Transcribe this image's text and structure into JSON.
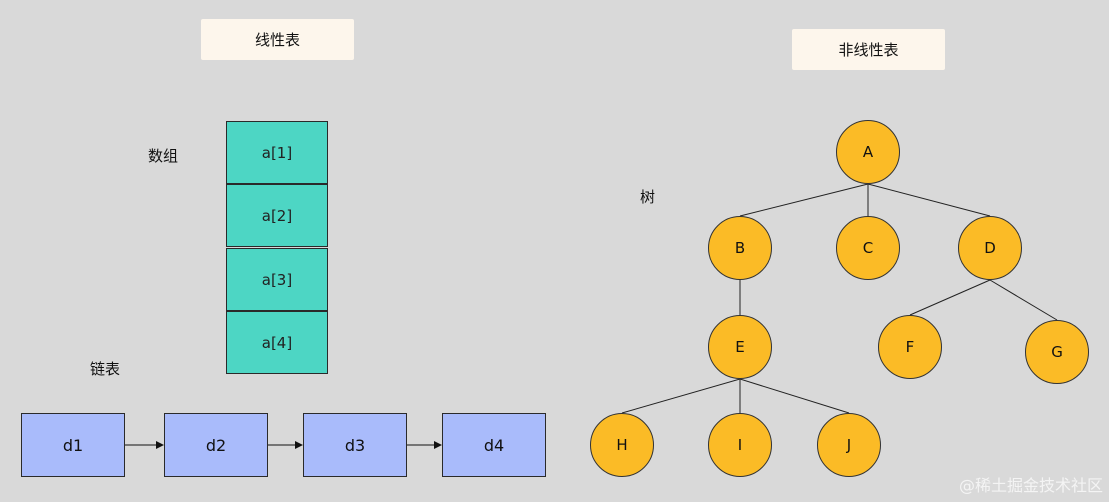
{
  "titles": {
    "linear": "线性表",
    "nonlinear": "非线性表"
  },
  "labels": {
    "array": "数组",
    "linked_list": "链表",
    "tree": "树"
  },
  "array": [
    "a[1]",
    "a[2]",
    "a[3]",
    "a[4]"
  ],
  "linked_list": [
    "d1",
    "d2",
    "d3",
    "d4"
  ],
  "tree": {
    "nodes": [
      "A",
      "B",
      "C",
      "D",
      "E",
      "F",
      "G",
      "H",
      "I",
      "J"
    ],
    "edges": [
      [
        "A",
        "B"
      ],
      [
        "A",
        "C"
      ],
      [
        "A",
        "D"
      ],
      [
        "B",
        "E"
      ],
      [
        "D",
        "F"
      ],
      [
        "D",
        "G"
      ],
      [
        "E",
        "H"
      ],
      [
        "E",
        "I"
      ],
      [
        "E",
        "J"
      ]
    ]
  },
  "colors": {
    "background": "#d9d9d9",
    "title_box": "#fdf6ec",
    "array_cell": "#4dd6c4",
    "list_node": "#a9bbfb",
    "tree_node": "#fbbb26"
  },
  "watermark": "@稀土掘金技术社区"
}
